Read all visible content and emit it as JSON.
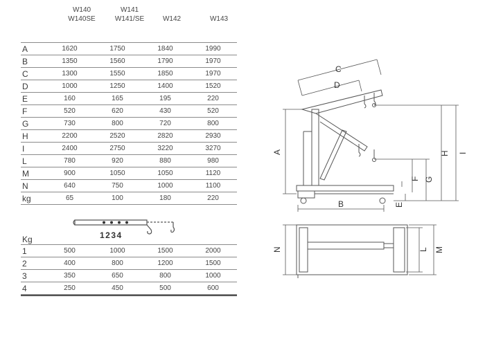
{
  "columns": [
    {
      "line1": "W140",
      "line2": "W140SE"
    },
    {
      "line1": "W141",
      "line2": "W141/SE"
    },
    {
      "line1": "",
      "line2": "W142"
    },
    {
      "line1": "",
      "line2": "W143"
    }
  ],
  "dimensions": [
    {
      "label": "A",
      "values": [
        "1620",
        "1750",
        "1840",
        "1990"
      ]
    },
    {
      "label": "B",
      "values": [
        "1350",
        "1560",
        "1790",
        "1970"
      ]
    },
    {
      "label": "C",
      "values": [
        "1300",
        "1550",
        "1850",
        "1970"
      ]
    },
    {
      "label": "D",
      "values": [
        "1000",
        "1250",
        "1400",
        "1520"
      ]
    },
    {
      "label": "E",
      "values": [
        "160",
        "165",
        "195",
        "220"
      ]
    },
    {
      "label": "F",
      "values": [
        "520",
        "620",
        "430",
        "520"
      ]
    },
    {
      "label": "G",
      "values": [
        "730",
        "800",
        "720",
        "800"
      ]
    },
    {
      "label": "H",
      "values": [
        "2200",
        "2520",
        "2820",
        "2930"
      ]
    },
    {
      "label": "I",
      "values": [
        "2400",
        "2750",
        "3220",
        "3270"
      ]
    },
    {
      "label": "L",
      "values": [
        "780",
        "920",
        "880",
        "980"
      ]
    },
    {
      "label": "M",
      "values": [
        "900",
        "1050",
        "1050",
        "1120"
      ]
    },
    {
      "label": "N",
      "values": [
        "640",
        "750",
        "1000",
        "1100"
      ]
    },
    {
      "label": "kg",
      "values": [
        "65",
        "100",
        "180",
        "220"
      ]
    }
  ],
  "loads_header": "Kg",
  "boom_positions": "1234",
  "loads": [
    {
      "label": "1",
      "values": [
        "500",
        "1000",
        "1500",
        "2000"
      ]
    },
    {
      "label": "2",
      "values": [
        "400",
        "800",
        "1200",
        "1500"
      ]
    },
    {
      "label": "3",
      "values": [
        "350",
        "650",
        "800",
        "1000"
      ]
    },
    {
      "label": "4",
      "values": [
        "250",
        "450",
        "500",
        "600"
      ]
    }
  ],
  "diagram_labels": {
    "A": "A",
    "B": "B",
    "C": "C",
    "D": "D",
    "E": "E",
    "F": "F",
    "G": "G",
    "H": "H",
    "I": "I",
    "L": "L",
    "M": "M",
    "N": "N"
  },
  "colors": {
    "line": "#555555",
    "text": "#444444",
    "rule": "#8a8a8a"
  }
}
